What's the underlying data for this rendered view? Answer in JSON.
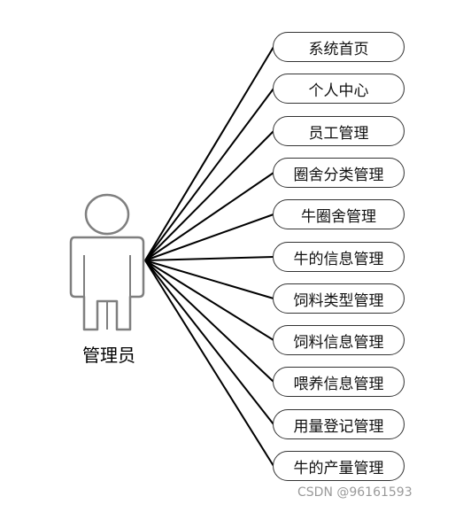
{
  "actor": {
    "label": "管理员"
  },
  "use_cases": [
    {
      "label": "系统首页"
    },
    {
      "label": "个人中心"
    },
    {
      "label": "员工管理"
    },
    {
      "label": "圈舍分类管理"
    },
    {
      "label": "牛圈舍管理"
    },
    {
      "label": "牛的信息管理"
    },
    {
      "label": "饲料类型管理"
    },
    {
      "label": "饲料信息管理"
    },
    {
      "label": "喂养信息管理"
    },
    {
      "label": "用量登记管理"
    },
    {
      "label": "牛的产量管理"
    }
  ],
  "watermark": {
    "text": "CSDN @96161593"
  },
  "colors": {
    "line": "#000000",
    "actor_stroke": "#888888",
    "node_border": "#333333"
  }
}
